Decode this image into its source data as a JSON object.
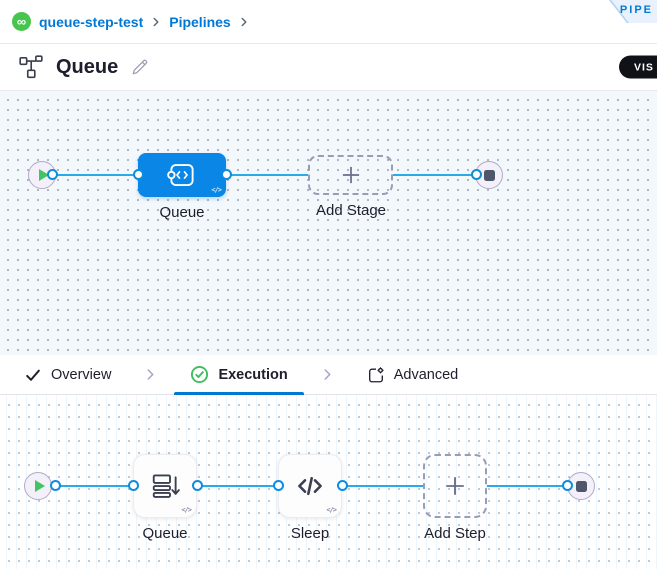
{
  "colors": {
    "accent_blue": "#0278d5",
    "node_blue": "#0a86e6",
    "connector_blue": "#2aabe8",
    "success_green": "#47c64e",
    "canvas_tint": "#f3f8fd"
  },
  "breadcrumb": {
    "logo_glyph": "∞",
    "items": [
      {
        "label": "queue-step-test"
      },
      {
        "label": "Pipelines"
      }
    ]
  },
  "corner_banner": {
    "label": "PIPE"
  },
  "header": {
    "title": "Queue",
    "mode_pill_label": "VIS"
  },
  "tabs": [
    {
      "label": "Overview"
    },
    {
      "label": "Execution",
      "active": true
    },
    {
      "label": "Advanced"
    }
  ],
  "stage_flow": {
    "stage_label": "Queue",
    "add_stage_label": "Add Stage"
  },
  "execution_flow": {
    "steps": [
      {
        "label": "Queue"
      },
      {
        "label": "Sleep"
      }
    ],
    "add_step_label": "Add Step"
  },
  "code_badge": "</>"
}
